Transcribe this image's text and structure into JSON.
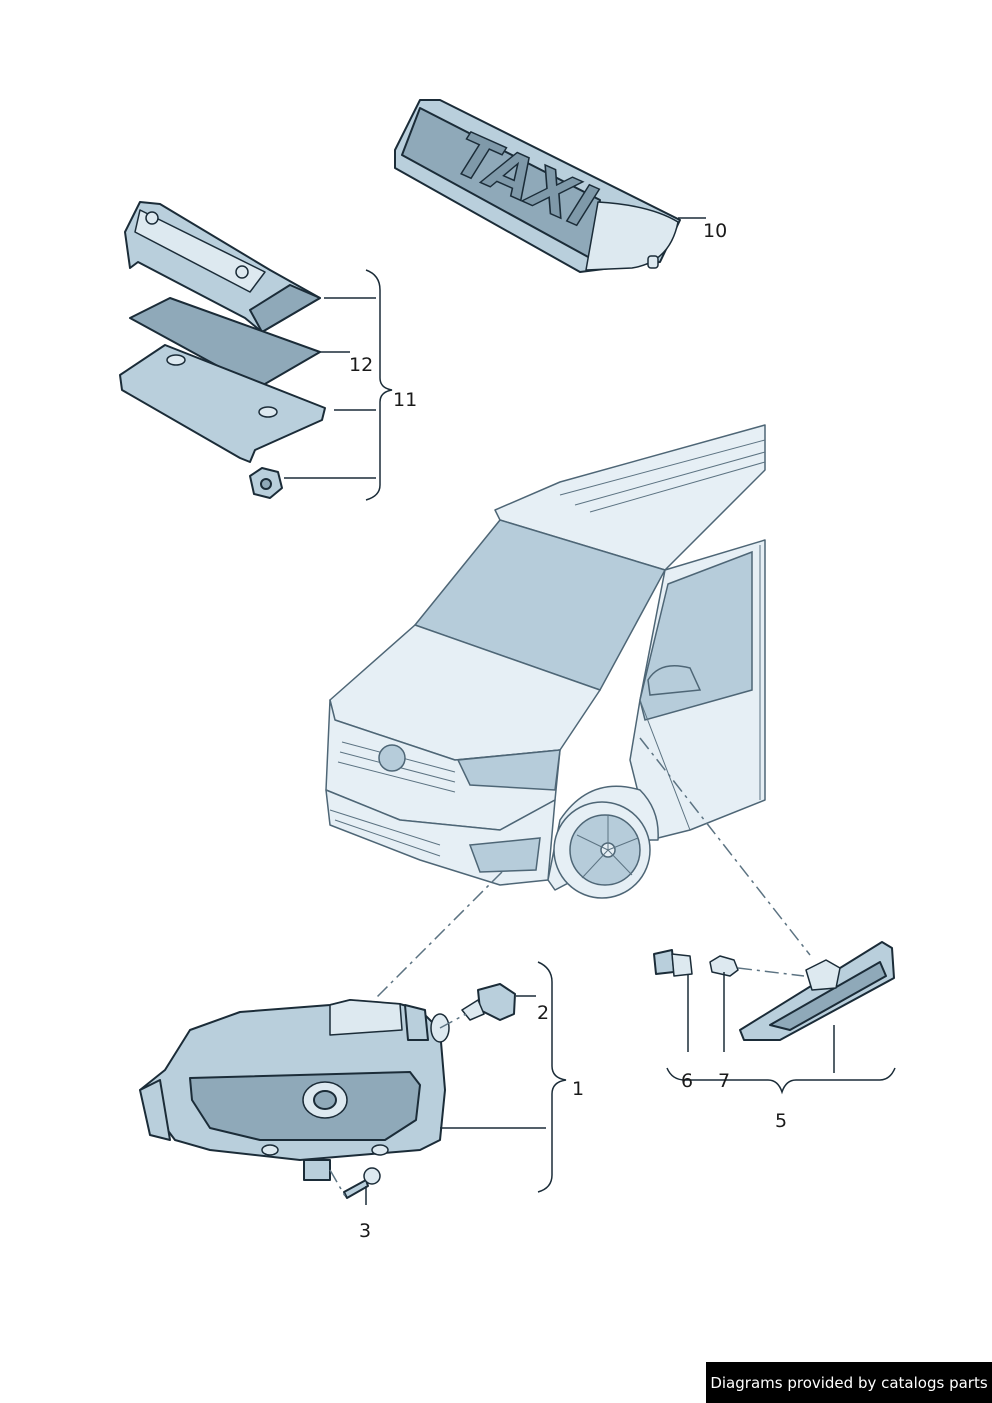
{
  "callouts": {
    "c1": "1",
    "c2": "2",
    "c3": "3",
    "c5": "5",
    "c6": "6",
    "c7": "7",
    "c10": "10",
    "c11": "11",
    "c12": "12"
  },
  "sign_text": "TAXI",
  "credit": "Diagrams provided by catalogs parts"
}
